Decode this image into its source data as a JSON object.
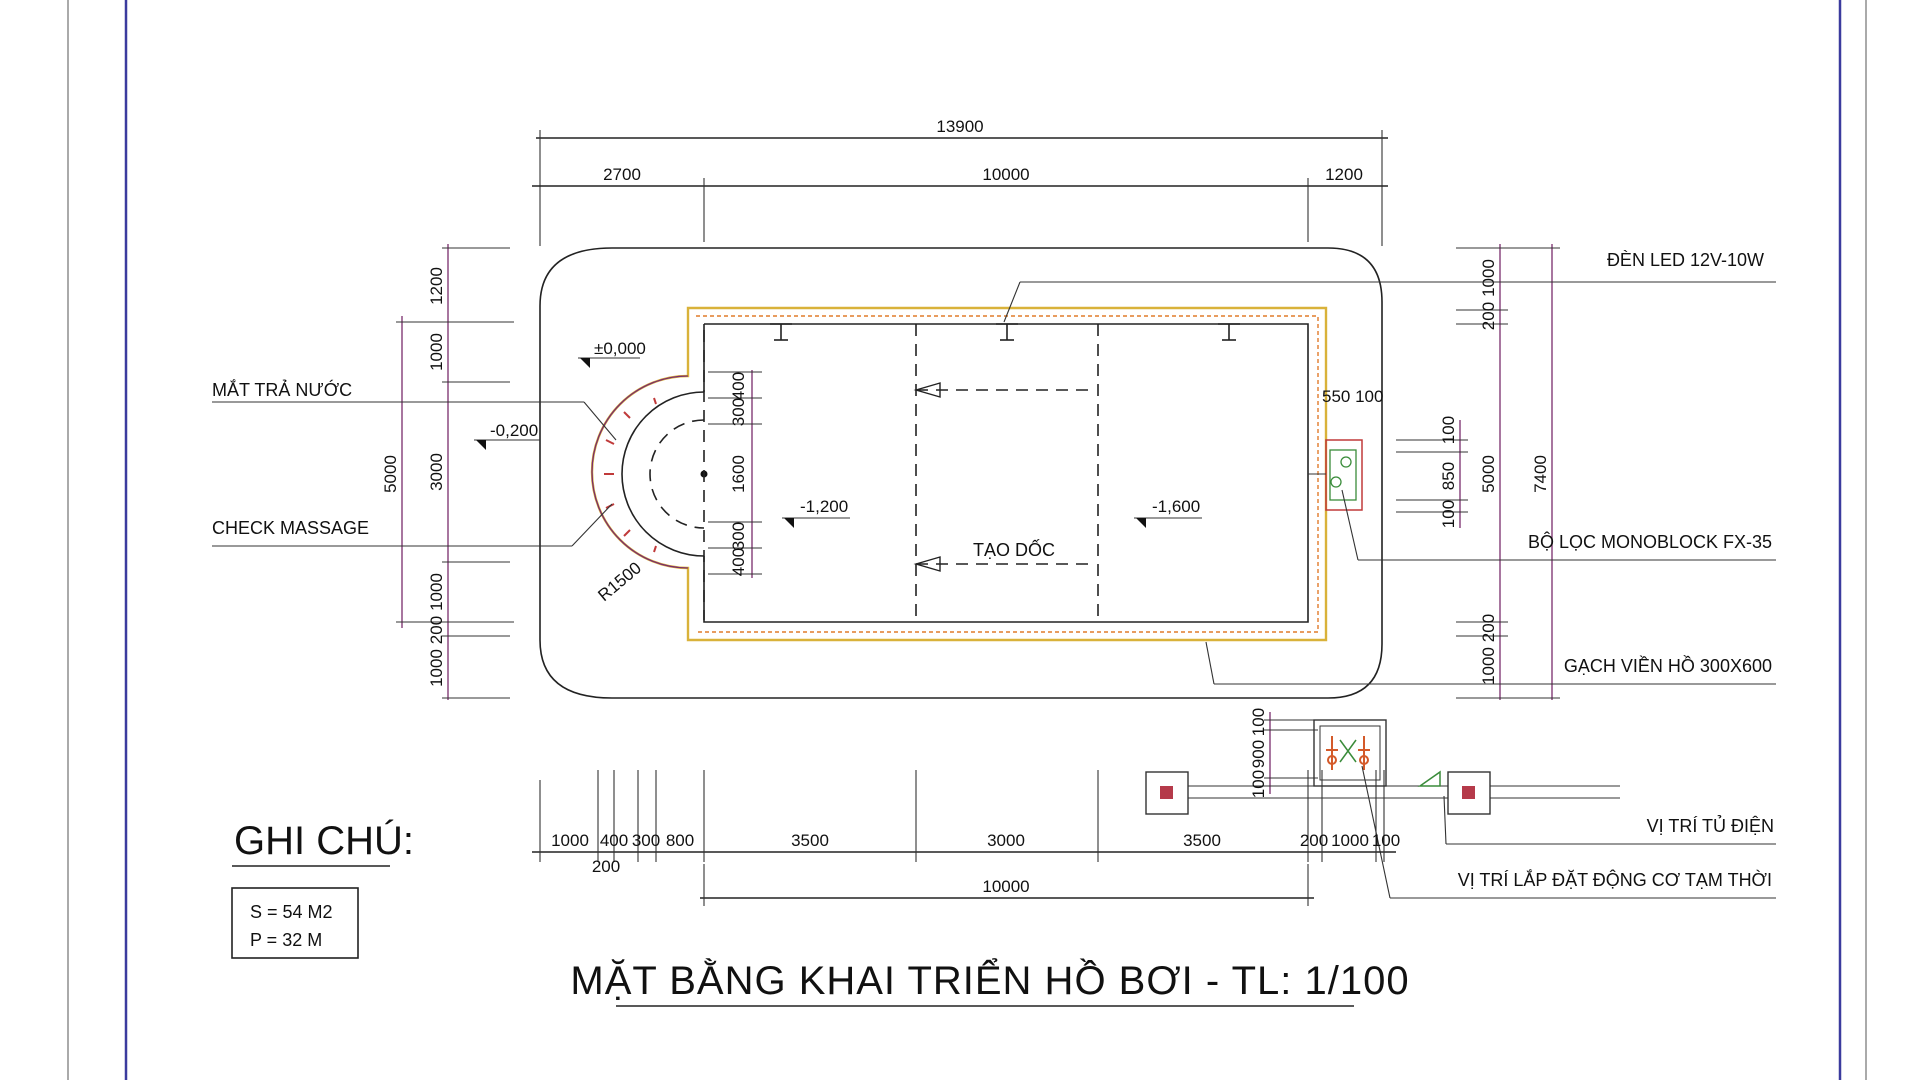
{
  "title": "MẶT BẰNG KHAI TRIỂN HỒ BƠI - TL: 1/100",
  "notes": {
    "heading": "GHI CHÚ:",
    "area": "S = 54 M2",
    "perimeter": "P = 32 M"
  },
  "labels": {
    "led": "ĐÈN LED 12V-10W",
    "filter": "BỘ LỌC MONOBLOCK FX-35",
    "tile": "GẠCH VIỀN HỒ 300X600",
    "panel": "VỊ TRÍ TỦ ĐIỆN",
    "motor": "VỊ TRÍ LẮP ĐẶT ĐỘNG CƠ TẠM THỜI",
    "return": "MẮT TRẢ NƯỚC",
    "massage": "CHECK MASSAGE",
    "slope": "TẠO DỐC",
    "radius": "R1500"
  },
  "levels": {
    "zero": "±0,000",
    "step": "-0,200",
    "shallow": "-1,200",
    "deep": "-1,600"
  },
  "dims": {
    "total_width": "13900",
    "top": [
      "2700",
      "10000",
      "1200"
    ],
    "bottom": [
      "1000",
      "400",
      "300",
      "800",
      "3500",
      "3000",
      "3500",
      "200",
      "1000",
      "100"
    ],
    "bottom_sub": "200",
    "bottom_total": "10000",
    "left_outer": "5000",
    "left_inner": [
      "1200",
      "1000",
      "3000",
      "1000",
      "200",
      "1000"
    ],
    "arc_inner": [
      "400",
      "300",
      "1600",
      "300",
      "400"
    ],
    "right_outer": "7400",
    "right_mid": "5000",
    "right_inner_top": [
      "1000",
      "200"
    ],
    "right_inner_bottom": [
      "200",
      "1000"
    ],
    "filter_dims": [
      "100",
      "850",
      "100"
    ],
    "filter_top": "550 100",
    "pit": [
      "100",
      "900",
      "100"
    ]
  }
}
